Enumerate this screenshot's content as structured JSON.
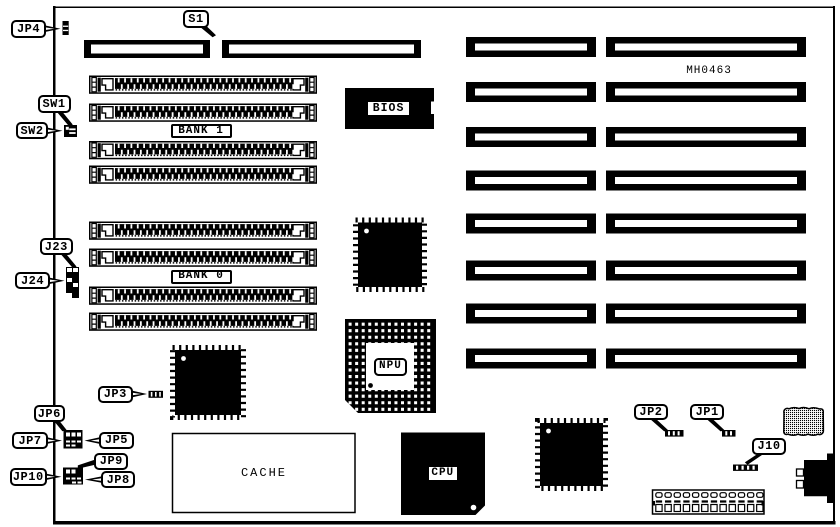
{
  "figure": {
    "type": "motherboard jumper diagram",
    "part_number": "MH0463"
  },
  "colors": {
    "ink": "#000000",
    "paper": "#ffffff"
  },
  "callouts": {
    "jp4": "JP4",
    "s1": "S1",
    "sw1": "SW1",
    "sw2": "SW2",
    "j23": "J23",
    "j24": "J24",
    "jp3": "JP3",
    "jp6": "JP6",
    "jp7": "JP7",
    "jp5": "JP5",
    "jp9": "JP9",
    "jp10": "JP10",
    "jp8": "JP8",
    "jp2": "JP2",
    "jp1": "JP1",
    "j10": "J10"
  },
  "chips": {
    "bios": "BIOS",
    "npu": "NPU",
    "cpu": "CPU",
    "cache": "CACHE"
  },
  "memory": {
    "bank1": "BANK 1",
    "bank0": "BANK 0",
    "simm_sockets": 8
  },
  "expansion": {
    "slot_rows": 8
  }
}
